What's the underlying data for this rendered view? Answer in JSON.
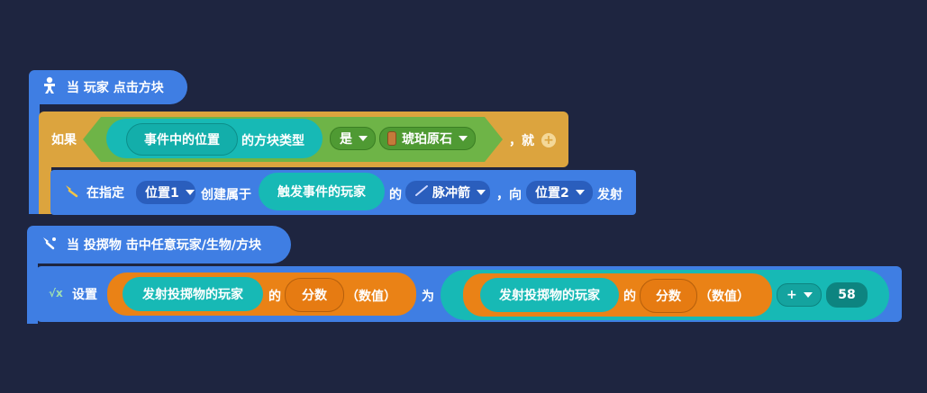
{
  "event1": {
    "title": "当 玩家 点击方块",
    "if_label": "如果",
    "inner_pill": "事件中的位置",
    "block_type_text": "的方块类型",
    "compare_op": "是",
    "block_value": "琥珀原石",
    "then_text": "，就",
    "action": {
      "prefix": "在指定",
      "position1": "位置1",
      "create_text": "创建属于",
      "player": "触发事件的玩家",
      "of_text": "的",
      "projectile": "脉冲箭",
      "toward_text": "，向",
      "position2": "位置2",
      "fire_text": "发射"
    }
  },
  "event2": {
    "title": "当 投掷物 击中任意玩家/生物/方块",
    "set_label": "设置",
    "left": {
      "player": "发射投掷物的玩家",
      "of_text": "的",
      "attr": "分数",
      "type": "（数值）"
    },
    "as_text": "为",
    "right": {
      "player": "发射投掷物的玩家",
      "of_text": "的",
      "attr": "分数",
      "type": "（数值）",
      "op": "+",
      "value": "58"
    }
  },
  "colors": {
    "background": "#1e2540",
    "event_blue": "#3f7ee3",
    "control_gold": "#dca43e",
    "logic_green": "#6eb447",
    "value_cyan": "#17b9b5",
    "data_orange": "#ea8216"
  },
  "icons": [
    "player-click-icon",
    "amber-ore-icon",
    "arrow-icon",
    "projectile-icon",
    "projectile-hit-icon",
    "set-variable-icon",
    "add-icon"
  ]
}
